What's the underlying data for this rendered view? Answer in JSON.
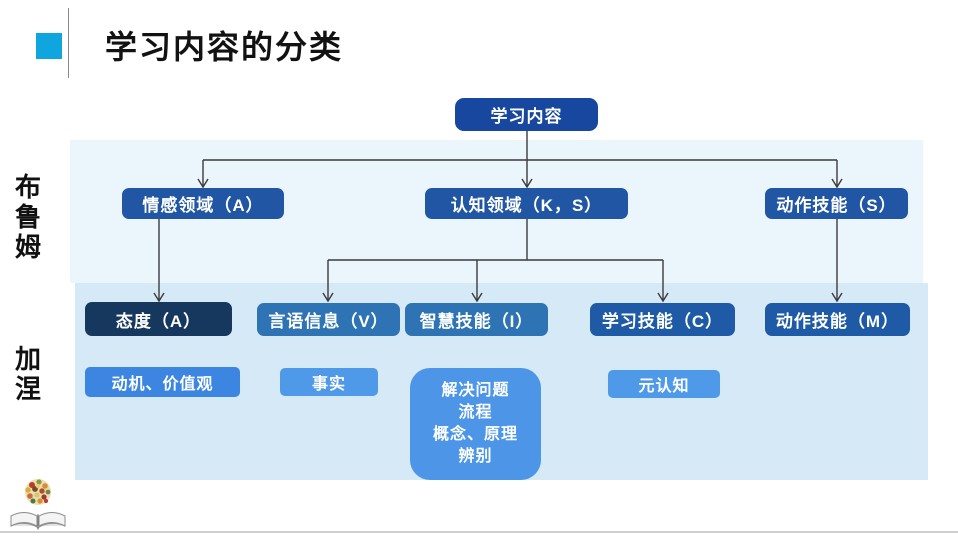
{
  "title": {
    "text": "学习内容的分类"
  },
  "side_labels": {
    "bloom": "布鲁姆",
    "gagne": "加涅"
  },
  "diagram": {
    "root": "学习内容",
    "affective": "情感领域（A）",
    "cognitive": "认知领域（K，S）",
    "motor_s": "动作技能（S）",
    "attitude": "态度（A）",
    "verbal": "言语信息（V）",
    "intellectual": "智慧技能（I）",
    "learning_skill": "学习技能（C）",
    "motor_m": "动作技能（M）",
    "motivation": "动机、价值观",
    "fact": "事实",
    "problem": "解决问题\n流程\n概念、原理\n辨别",
    "metacognition": "元认知"
  },
  "icons": {
    "title_bullet": "cyan-square",
    "logo": "open-book-with-flower-ball"
  },
  "colors": {
    "accent_cyan": "#0fa6df",
    "node_dark_navy": "#16375e",
    "node_root_blue": "#17479e",
    "node_level2_blue": "#2156a4",
    "node_mid_blue": "#2e73b4",
    "node_mid_blue2": "#1f5aa6",
    "node_bright_blue": "#3c86e1",
    "node_light_blue": "#4f9ae8",
    "band_upper": "#ebf5fc",
    "band_lower": "#d5e9f7",
    "connector": "#3b3b3b"
  }
}
